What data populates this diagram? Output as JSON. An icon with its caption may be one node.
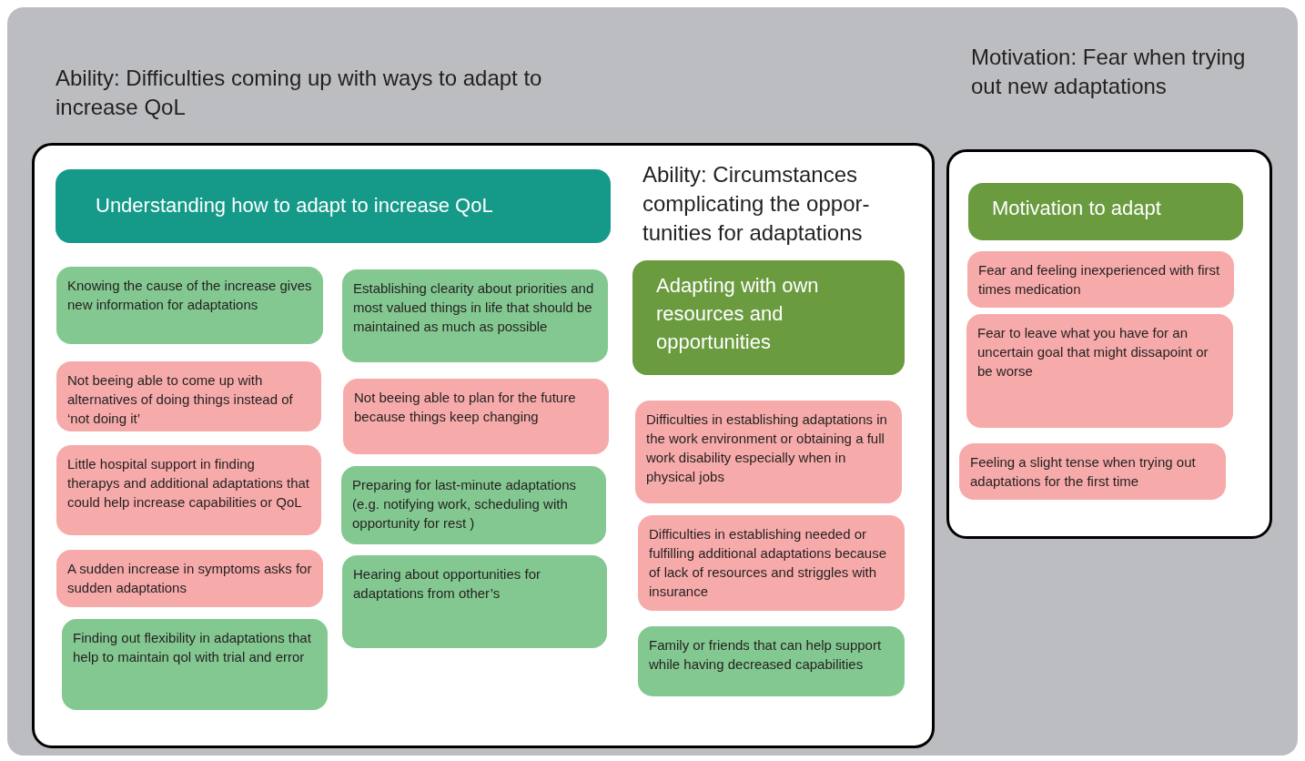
{
  "diagram": {
    "nodes": [
      {
        "text": [
          "Ability: Difficulties coming up with ways to adapt to increase QoL"
        ]
      },
      {
        "text": [
          "Understanding how to adapt to increase QoL"
        ],
        "in": 0
      },
      {
        "text": [
          "Knowing the cause of the increase gives new information for adaptations"
        ],
        "in": 0
      },
      {
        "text": [
          "Not beeing able to come up with alternatives of doing things instead of ‘not doing it’"
        ],
        "in": 0
      },
      {
        "text": [
          "Little hospital support in finding therapys and  additional adaptations that could help increase capabilities or QoL"
        ],
        "in": 0
      },
      {
        "text": [
          "A sudden increase in symptoms asks for sudden adaptations"
        ],
        "in": 0
      },
      {
        "text": [
          "Finding out flexibility in adaptations that help to maintain qol with trial and error"
        ],
        "in": 0
      },
      {
        "text": [
          "Establishing clearity about priorities and most valued things in life that should be maintained as much as possible"
        ],
        "in": 0
      },
      {
        "text": [
          "Not beeing able to plan  for the future because things keep changing"
        ],
        "in": 0
      },
      {
        "text": [
          "Preparing for last-minute adaptations (e.g. notifying work, scheduling with opportunity for rest )"
        ],
        "in": 0
      },
      {
        "text": [
          "Hearing about opportunities for adaptations from other’s"
        ],
        "in": 0
      },
      {
        "text": [
          "Adapting with own resources and opportunities"
        ],
        "in": 0
      },
      {
        "text": [
          "Difficulties in establishing adaptations in the work environment or obtaining a full work disability especially when in physical jobs"
        ],
        "in": 0
      },
      {
        "text": [
          "Difficulties in establishing needed or fulfilling additional adaptations because of lack of resources and striggles with insurance"
        ],
        "in": 0
      },
      {
        "text": [
          "Family or friends that can help support while having decreased capabilities"
        ],
        "in": 0
      },
      {
        "text": [
          "Motivation: Fear when trying out new adaptations"
        ]
      },
      {
        "text": [
          "Motivation to adapt"
        ],
        "in": 15
      },
      {
        "text": [
          "Fear and feeling inexperienced with first times medication"
        ],
        "in": 15
      },
      {
        "text": [
          "Fear to leave what you have for an uncertain goal that might dissapoint or be worse"
        ],
        "in": 15
      },
      {
        "text": [
          "Feeling a slight tense when trying out adaptations for the first time"
        ],
        "in": 15
      }
    ],
    "labels": [
      "Ability: Circumstances complicating the oppor-tunities for adaptations"
    ]
  }
}
